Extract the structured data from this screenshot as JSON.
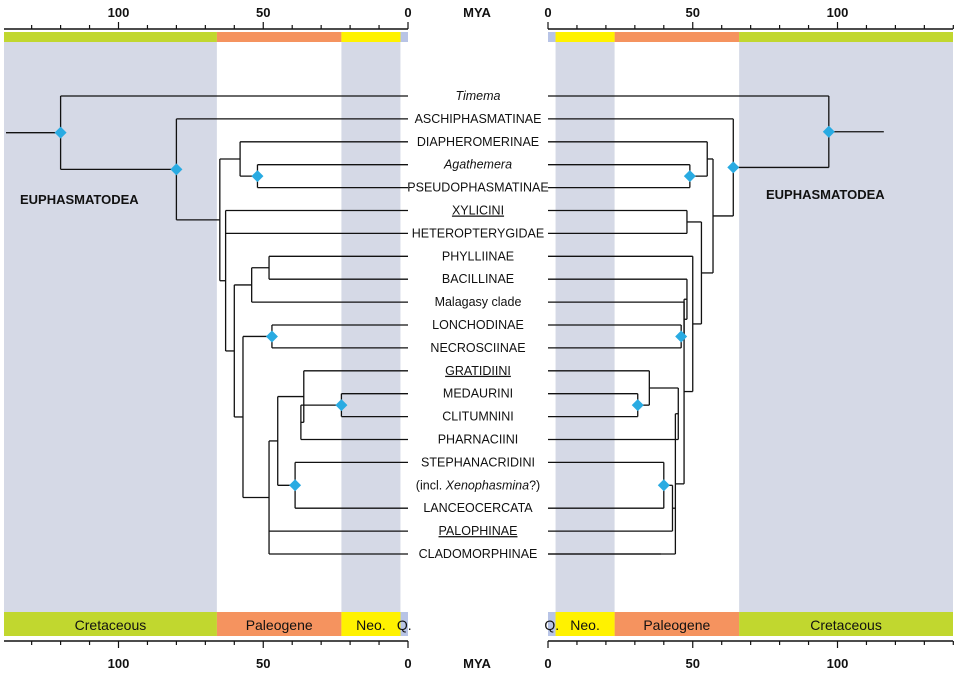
{
  "axis": {
    "unit_label": "MYA",
    "tick_values": [
      100,
      50,
      0
    ],
    "right_tick_values": [
      0,
      50,
      100
    ]
  },
  "periods": [
    {
      "name": "Cretaceous",
      "label": "Cretaceous",
      "start": 145,
      "end": 66,
      "bar_color": "#c1d72f",
      "shade": "#d5d9e6"
    },
    {
      "name": "Paleogene",
      "label": "Paleogene",
      "start": 66,
      "end": 23,
      "bar_color": "#f5935f",
      "shade": "#ffffff"
    },
    {
      "name": "Neogene",
      "label": "Neo.",
      "start": 23,
      "end": 2.6,
      "bar_color": "#fff200",
      "shade": "#d5d9e6"
    },
    {
      "name": "Quaternary",
      "label": "Q.",
      "start": 2.6,
      "end": 0,
      "bar_color": "#b8c4e6",
      "shade": "#ffffff"
    }
  ],
  "taxa": [
    {
      "label": "Timema",
      "italic": true,
      "underline": false
    },
    {
      "label": "ASCHIPHASMATINAE",
      "italic": false,
      "underline": false
    },
    {
      "label": "DIAPHEROMERINAE",
      "italic": false,
      "underline": false
    },
    {
      "label": "Agathemera",
      "italic": true,
      "underline": false
    },
    {
      "label": "PSEUDOPHASMATINAE",
      "italic": false,
      "underline": false
    },
    {
      "label": "XYLICINI",
      "italic": false,
      "underline": true
    },
    {
      "label": "HETEROPTERYGIDAE",
      "italic": false,
      "underline": false
    },
    {
      "label": "PHYLLIINAE",
      "italic": false,
      "underline": false
    },
    {
      "label": "BACILLINAE",
      "italic": false,
      "underline": false
    },
    {
      "label": "Malagasy clade",
      "italic": false,
      "underline": false
    },
    {
      "label": "LONCHODINAE",
      "italic": false,
      "underline": false
    },
    {
      "label": "NECROSCIINAE",
      "italic": false,
      "underline": false
    },
    {
      "label": "GRATIDIINI",
      "italic": false,
      "underline": true
    },
    {
      "label": "MEDAURINI",
      "italic": false,
      "underline": false
    },
    {
      "label": "CLITUMNINI",
      "italic": false,
      "underline": false
    },
    {
      "label": "PHARNACIINI",
      "italic": false,
      "underline": false
    },
    {
      "label": "STEPHANACRIDINI",
      "italic": false,
      "underline": false
    },
    {
      "label_parts": [
        "(incl. ",
        "Xenophasmina",
        "?)"
      ],
      "italic_part": 1,
      "underline": false
    },
    {
      "label": "LANCEOCERCATA",
      "italic": false,
      "underline": false
    },
    {
      "label": "PALOPHINAE",
      "italic": false,
      "underline": true
    },
    {
      "label": "CLADOMORPHINAE",
      "italic": false,
      "underline": false
    }
  ],
  "clade_label": "EUPHASMATODEA",
  "colors": {
    "marker": "#29abe2",
    "line": "#111111",
    "shade": "#d5d9e6"
  },
  "left_tree": [
    {
      "type": "tip",
      "idx": 0,
      "age": 0
    },
    {
      "type": "join",
      "age": 120,
      "children": [
        0,
        "E"
      ],
      "marker": true
    }
  ],
  "left_nodes": {
    "n_agath_pseudo": {
      "age": 52,
      "children": [
        3,
        4
      ],
      "marker": true
    },
    "n_dia": {
      "age": 58,
      "children": [
        2,
        "n_agath_pseudo"
      ]
    },
    "n_phyl_bac": {
      "age": 48,
      "children": [
        7,
        8
      ]
    },
    "n_phyl_mal": {
      "age": 54,
      "children": [
        "n_phyl_bac",
        9
      ]
    },
    "n_lon_nec": {
      "age": 47,
      "children": [
        10,
        11
      ],
      "marker": true
    },
    "n_med_cli": {
      "age": 23,
      "children": [
        13,
        14
      ],
      "marker": true
    },
    "n_med_phar": {
      "age": 37,
      "children": [
        "n_med_cli",
        15
      ]
    },
    "n_grat_phar": {
      "age": 36,
      "children": [
        12,
        "n_med_phar"
      ]
    },
    "n_steph_lan": {
      "age": 39,
      "children": [
        16,
        18
      ],
      "marker": true
    },
    "n_grat_lan": {
      "age": 45,
      "children": [
        "n_grat_phar",
        "n_steph_lan"
      ]
    },
    "n_grat_clado": {
      "age": 48,
      "children": [
        "n_grat_lan",
        19,
        20
      ]
    },
    "n_lon_clado": {
      "age": 57,
      "children": [
        "n_lon_nec",
        "n_grat_clado"
      ]
    },
    "n_phyl_clado": {
      "age": 60,
      "children": [
        "n_phyl_mal",
        "n_lon_clado"
      ]
    },
    "n_xyl_clado": {
      "age": 63,
      "children": [
        5,
        6,
        "n_phyl_clado"
      ]
    },
    "n_dia_clado": {
      "age": 65,
      "children": [
        "n_dia",
        "n_xyl_clado"
      ]
    },
    "n_euph": {
      "age": 80,
      "children": [
        1,
        "n_dia_clado"
      ],
      "marker": true
    },
    "n_root": {
      "age": 120,
      "children": [
        0,
        "n_euph"
      ],
      "marker": true
    }
  },
  "right_nodes": {
    "n_agath_pseudo": {
      "age": 49,
      "children": [
        3,
        4
      ],
      "marker": true
    },
    "n_dia": {
      "age": 55,
      "children": [
        2,
        "n_agath_pseudo"
      ]
    },
    "n_xyl_het": {
      "age": 48,
      "children": [
        5,
        6
      ]
    },
    "n_lon_nec": {
      "age": 46,
      "children": [
        10,
        11
      ],
      "marker": true
    },
    "n_mal_nec": {
      "age": 47,
      "children": [
        9,
        "n_lon_nec"
      ]
    },
    "n_bac_nec": {
      "age": 48,
      "children": [
        8,
        "n_mal_nec"
      ]
    },
    "n_med_cli": {
      "age": 31,
      "children": [
        13,
        14
      ],
      "marker": true
    },
    "n_grat_cli": {
      "age": 35,
      "children": [
        12,
        "n_med_cli"
      ]
    },
    "n_grat_phar": {
      "age": 45,
      "children": [
        "n_grat_cli",
        15
      ]
    },
    "n_steph_lan": {
      "age": 40,
      "children": [
        16,
        18
      ],
      "marker": true
    },
    "n_steph_pal": {
      "age": 43,
      "children": [
        "n_steph_lan",
        19
      ]
    },
    "n_steph_clado": {
      "age": 39,
      "children": [
        20
      ]
    },
    "n_grat_clado": {
      "age": 44,
      "children": [
        "n_grat_phar",
        "n_steph_pal",
        20
      ]
    },
    "n_bac_clado": {
      "age": 47,
      "children": [
        "n_bac_nec",
        "n_grat_clado"
      ]
    },
    "n_phyl_clado": {
      "age": 50,
      "children": [
        7,
        "n_bac_clado"
      ]
    },
    "n_het_clado": {
      "age": 53,
      "children": [
        "n_xyl_het",
        "n_phyl_clado"
      ]
    },
    "n_dia_clado": {
      "age": 57,
      "children": [
        "n_dia",
        "n_het_clado"
      ]
    },
    "n_euph": {
      "age": 64,
      "children": [
        1,
        "n_dia_clado"
      ],
      "marker": true
    },
    "n_root": {
      "age": 97,
      "children": [
        0,
        "n_euph"
      ],
      "marker": true
    }
  }
}
